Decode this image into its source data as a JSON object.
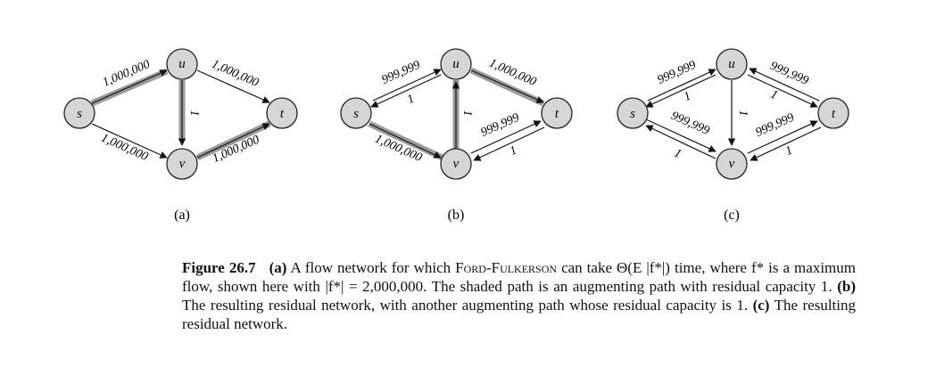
{
  "panels": [
    {
      "sublabel": "(a)",
      "nodes": {
        "s": "s",
        "u": "u",
        "v": "v",
        "t": "t"
      },
      "edges": {
        "su": "1,000,000",
        "ut": "1,000,000",
        "sv": "1,000,000",
        "vt": "1,000,000",
        "uv": "1"
      }
    },
    {
      "sublabel": "(b)",
      "nodes": {
        "s": "s",
        "u": "u",
        "v": "v",
        "t": "t"
      },
      "edges": {
        "su": "999,999",
        "us": "1",
        "ut": "1,000,000",
        "sv": "1,000,000",
        "vt": "999,999",
        "tv": "1",
        "vu": "1"
      }
    },
    {
      "sublabel": "(c)",
      "nodes": {
        "s": "s",
        "u": "u",
        "v": "v",
        "t": "t"
      },
      "edges": {
        "su": "999,999",
        "us": "1",
        "ut": "999,999",
        "tu": "1",
        "sv": "999,999",
        "vs": "1",
        "vt": "999,999",
        "tv": "1",
        "uv": "1"
      }
    }
  ],
  "caption": {
    "figure_label": "Figure 26.7",
    "a_label": "(a)",
    "a_text_1": " A flow network for which ",
    "algo_name": "Ford-Fulkerson",
    "a_text_2": " can take Θ(E |f*|) time, where f* is a maximum flow, shown here with |f*| = 2,000,000. The shaded path is an augmenting path with residual capacity 1. ",
    "b_label": "(b)",
    "b_text": " The resulting residual network, with another augmenting path whose residual capacity is 1. ",
    "c_label": "(c)",
    "c_text": " The resulting residual network."
  }
}
